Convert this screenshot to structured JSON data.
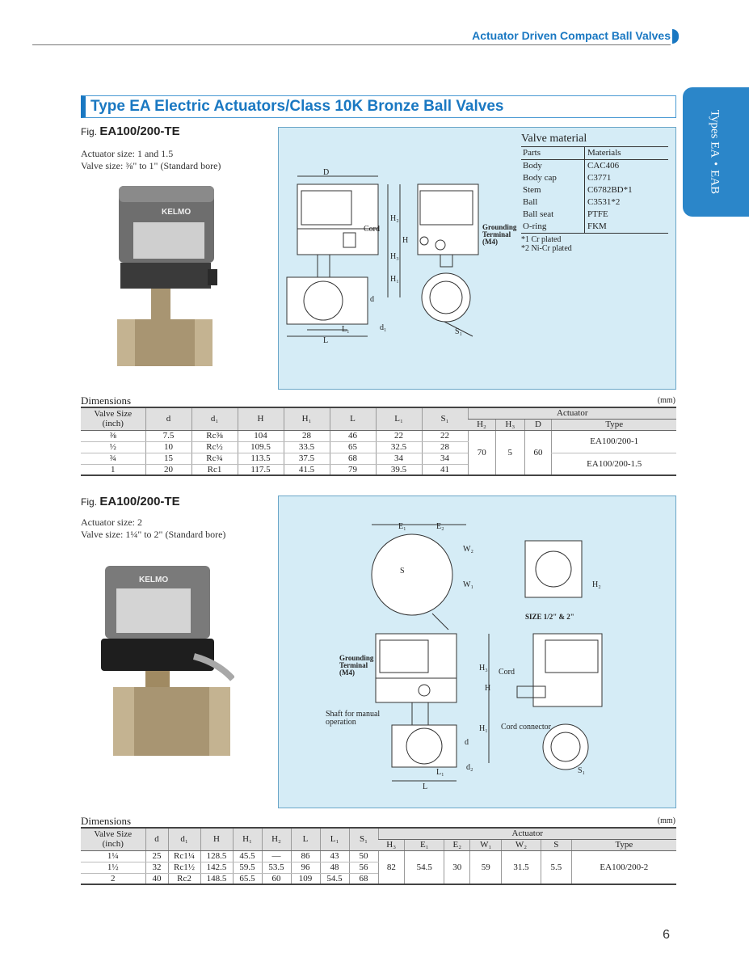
{
  "header": {
    "title": "Actuator Driven Compact Ball Valves"
  },
  "side_tab": "Types EA・EAB",
  "section_title": "Type EA Electric Actuators/Class 10K Bronze Ball Valves",
  "fig1": {
    "prefix": "Fig.",
    "name": "EA100/200-TE",
    "actuator_size": "Actuator size: 1 and 1.5",
    "valve_size": "Valve size: ⅜\" to 1\" (Standard bore)",
    "photo_brand": "KELMO"
  },
  "valve_material": {
    "title": "Valve material",
    "col_parts": "Parts",
    "col_materials": "Materials",
    "rows": [
      {
        "part": "Body",
        "material": "CAC406"
      },
      {
        "part": "Body cap",
        "material": "C3771"
      },
      {
        "part": "Stem",
        "material": "C6782BD*1"
      },
      {
        "part": "Ball",
        "material": "C3531*2"
      },
      {
        "part": "Ball seat",
        "material": "PTFE"
      },
      {
        "part": "O-ring",
        "material": "FKM"
      }
    ],
    "note1": "*1 Cr plated",
    "note2": "*2 Ni-Cr plated"
  },
  "diagram1_labels": {
    "D": "D",
    "H2": "H₂",
    "H": "H",
    "H3": "H₃",
    "H1": "H₁",
    "d": "d",
    "L1": "L₁",
    "L": "L",
    "d1": "d₁",
    "S1": "S₁",
    "cord": "Cord",
    "grounding": "Grounding",
    "terminal": "Terminal",
    "m4": "(M4)"
  },
  "dim1": {
    "label": "Dimensions",
    "unit": "(mm)",
    "headers": [
      "Valve Size\n(inch)",
      "d",
      "d₁",
      "H",
      "H₁",
      "L",
      "L₁",
      "S₁"
    ],
    "actuator_header": "Actuator",
    "actuator_cols": [
      "H₂",
      "H₃",
      "D",
      "Type"
    ],
    "rows": [
      [
        "⅜",
        "7.5",
        "Rc⅜",
        "104",
        "28",
        "46",
        "22",
        "22"
      ],
      [
        "½",
        "10",
        "Rc½",
        "109.5",
        "33.5",
        "65",
        "32.5",
        "28"
      ],
      [
        "¾",
        "15",
        "Rc¾",
        "113.5",
        "37.5",
        "68",
        "34",
        "34"
      ],
      [
        "1",
        "20",
        "Rc1",
        "117.5",
        "41.5",
        "79",
        "39.5",
        "41"
      ]
    ],
    "act_H2": "70",
    "act_H3": "5",
    "act_D": "60",
    "type_a": "EA100/200-1",
    "type_b": "EA100/200-1.5"
  },
  "fig2": {
    "prefix": "Fig.",
    "name": "EA100/200-TE",
    "actuator_size": "Actuator size: 2",
    "valve_size": "Valve size: 1¼\" to 2\" (Standard bore)",
    "photo_brand": "KELMO"
  },
  "diagram2_labels": {
    "E1": "E₁",
    "E2": "E₂",
    "W2": "W₂",
    "W1": "W₁",
    "S": "S",
    "H2": "H₂",
    "size": "SIZE 1/2\" & 2\"",
    "grounding": "Grounding",
    "terminal": "Terminal",
    "m4": "(M4)",
    "H3": "H₃",
    "H": "H",
    "H1": "H₁",
    "cord": "Cord",
    "shaft1": "Shaft for manual",
    "shaft2": "operation",
    "cord_connector": "Cord connector",
    "d": "d",
    "d2": "d₂",
    "L1": "L₁",
    "L": "L",
    "S1": "S₁"
  },
  "dim2": {
    "label": "Dimensions",
    "unit": "(mm)",
    "headers": [
      "Valve Size\n(inch)",
      "d",
      "d₁",
      "H",
      "H₁",
      "H₂",
      "L",
      "L₁",
      "S₁"
    ],
    "actuator_header": "Actuator",
    "actuator_cols": [
      "H₃",
      "E₁",
      "E₂",
      "W₁",
      "W₂",
      "S",
      "Type"
    ],
    "rows": [
      [
        "1¼",
        "25",
        "Rc1¼",
        "128.5",
        "45.5",
        "—",
        "86",
        "43",
        "50"
      ],
      [
        "1½",
        "32",
        "Rc1½",
        "142.5",
        "59.5",
        "53.5",
        "96",
        "48",
        "56"
      ],
      [
        "2",
        "40",
        "Rc2",
        "148.5",
        "65.5",
        "60",
        "109",
        "54.5",
        "68"
      ]
    ],
    "act_values": [
      "82",
      "54.5",
      "30",
      "59",
      "31.5",
      "5.5",
      "EA100/200-2"
    ]
  },
  "page_number": "6"
}
